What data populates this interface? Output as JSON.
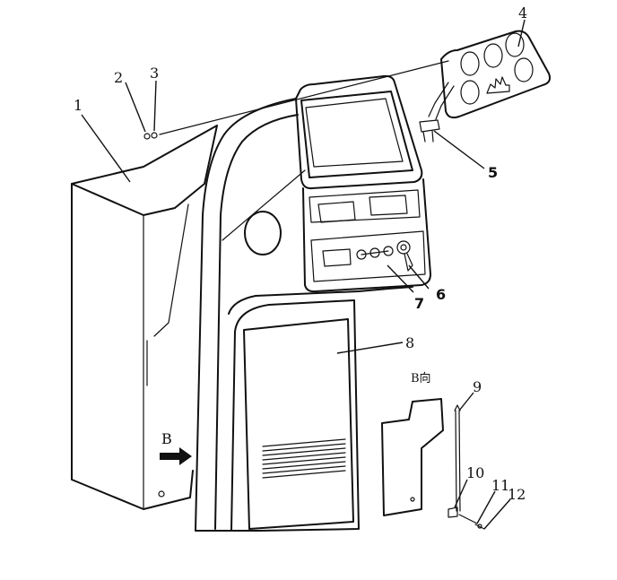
{
  "diagram": {
    "callouts": {
      "c1": "1",
      "c2": "2",
      "c3": "3",
      "c4": "4",
      "c5": "5",
      "c6": "6",
      "c7": "7",
      "c8": "8",
      "c9": "9",
      "c10": "10",
      "c11": "11",
      "c12": "12"
    },
    "view_arrow_label": "B",
    "view_b_label": "B向",
    "colors": {
      "ink": "#111111",
      "background": "#ffffff"
    }
  }
}
